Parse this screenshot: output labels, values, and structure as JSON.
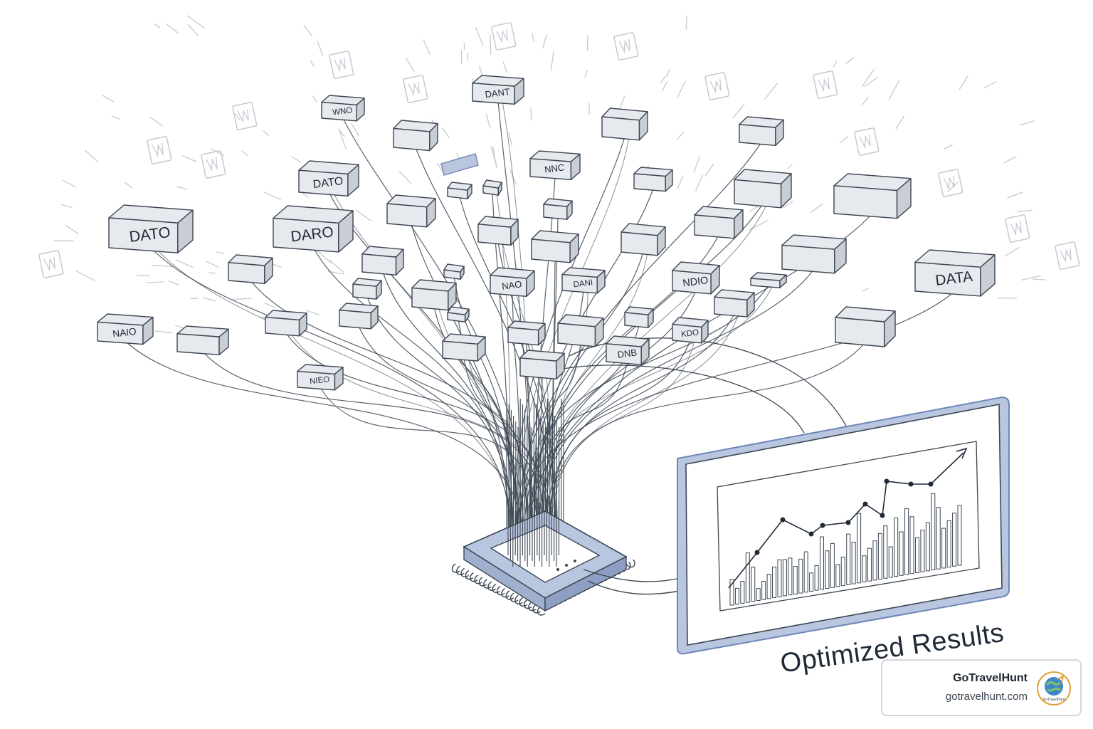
{
  "diagram": {
    "caption": "Optimized Results",
    "box_labels": [
      "DATO",
      "DARO",
      "DATA",
      "DATO",
      "NAIO",
      "WNO",
      "DANT",
      "NNC",
      "NIEO",
      "DANI",
      "NAO",
      "NDIO",
      "KDO",
      "DNB"
    ],
    "colors": {
      "stroke": "#3c4652",
      "box_fill": "#e6e9ed",
      "box_side": "#c9ced5",
      "accent_blue": "#b8c6e0",
      "accent_blue_dark": "#6f86b8"
    }
  },
  "watermark": {
    "title": "GoTravelHunt",
    "url": "gotravelhunt.com",
    "logo_text": "GoTravelHunt"
  }
}
